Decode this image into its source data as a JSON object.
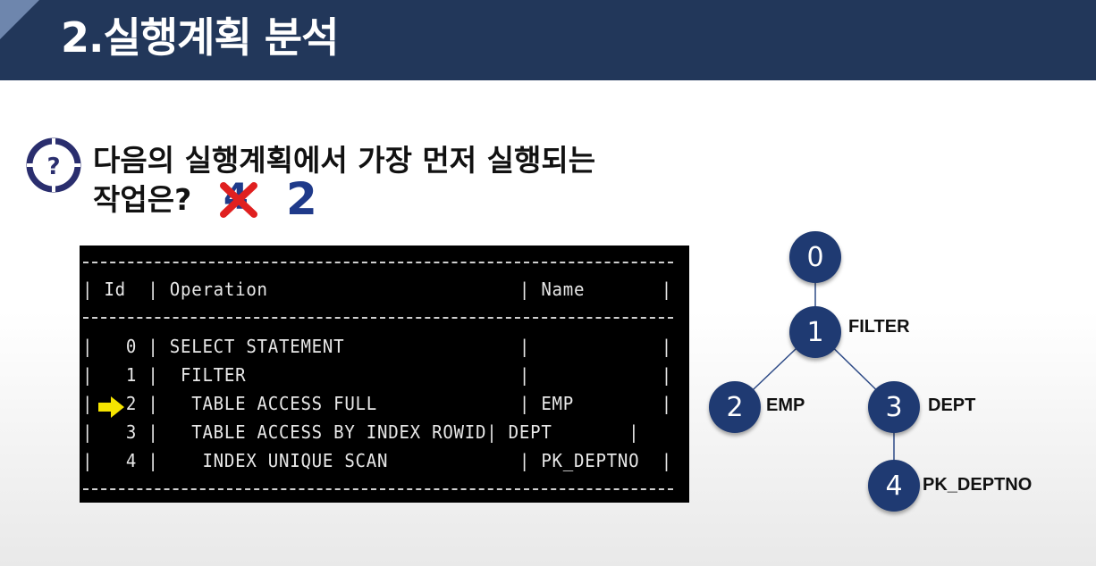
{
  "header": {
    "title": "2.실행계획 분석"
  },
  "question": {
    "line1": "다음의 실행계획에서 가장 먼저 실행되는",
    "line2": "작업은?",
    "wrong_answer": "4",
    "answer": "2"
  },
  "plan": {
    "rows": [
      "| Id  | Operation                       | Name       |",
      "|   0 | SELECT STATEMENT                |            |",
      "|   1 |  FILTER                         |            |",
      "|   2 |   TABLE ACCESS FULL             | EMP        |",
      "|   3 |   TABLE ACCESS BY INDEX ROWID| DEPT       |",
      "|   4 |    INDEX UNIQUE SCAN            | PK_DEPTNO  |"
    ]
  },
  "tree": {
    "nodes": [
      {
        "id": "0",
        "label": ""
      },
      {
        "id": "1",
        "label": "FILTER"
      },
      {
        "id": "2",
        "label": "EMP"
      },
      {
        "id": "3",
        "label": "DEPT"
      },
      {
        "id": "4",
        "label": "PK_DEPTNO"
      }
    ]
  },
  "icons": {
    "question": "question-circle-icon",
    "wrong": "red-x-icon",
    "pointer": "yellow-arrow-icon"
  },
  "colors": {
    "header": "#22375a",
    "node": "#1f3a72",
    "answer": "#1f3a8a",
    "wrong_mark": "#e02020",
    "pointer": "#f5e400"
  }
}
